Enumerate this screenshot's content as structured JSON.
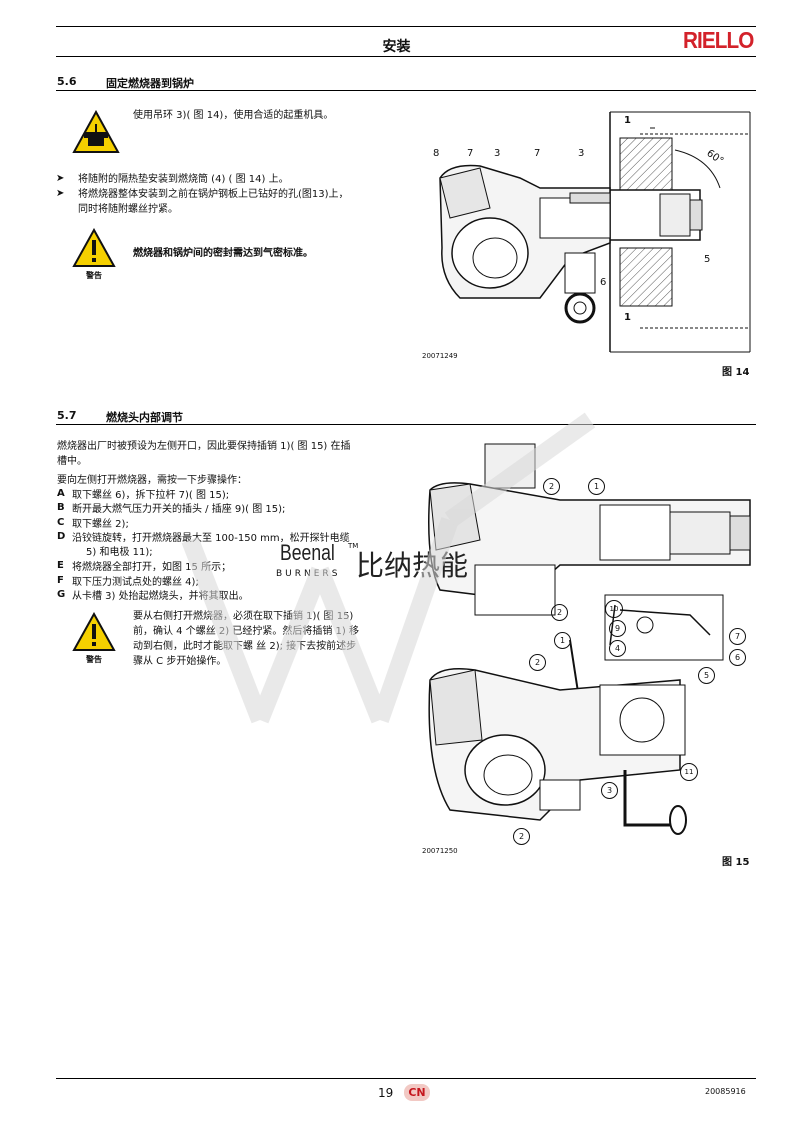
{
  "header": {
    "title": "安装",
    "logo_text": "RIELLO",
    "brand_color": "#d3222a"
  },
  "sec56": {
    "number": "5.6",
    "title": "固定燃烧器到锅炉",
    "lift_text": "使用吊环 3)( 图 14)，使用合适的起重机具。",
    "bullet1": "将随附的隔热垫安装到燃烧筒 (4) ( 图 14) 上。",
    "bullet2_line1": "将燃烧器整体安装到之前在锅炉钢板上已钻好的孔(图13)上，",
    "bullet2_line2": "同时将随附螺丝拧紧。",
    "warning_text": "燃烧器和锅炉间的密封需达到气密标准。",
    "warning_caption": "警告",
    "fig_code": "20071249",
    "fig_label": "图 14",
    "callouts": [
      "8",
      "7",
      "3",
      "7",
      "3",
      "1",
      "60°",
      "5",
      "6",
      "1"
    ]
  },
  "sec57": {
    "number": "5.7",
    "title": "燃烧头内部调节",
    "intro_line1": "燃烧器出厂时被预设为左侧开口，因此要保持插销 1)( 图 15) 在插",
    "intro_line2": "槽中。",
    "steps_intro": "要向左侧打开燃烧器，需按一下步骤操作：",
    "steps": [
      {
        "letter": "A",
        "text": "取下螺丝 6)，拆下拉杆 7)( 图 15);"
      },
      {
        "letter": "B",
        "text": "断开最大燃气压力开关的插头 / 插座 9)( 图 15);"
      },
      {
        "letter": "C",
        "text": "取下螺丝 2);"
      },
      {
        "letter": "D",
        "text": "沿铰链旋转，打开燃烧器最大至 100-150 mm，松开探针电缆"
      },
      {
        "letter": "",
        "text": "5) 和电极 11);"
      },
      {
        "letter": "E",
        "text": "将燃烧器全部打开，如图 15 所示；"
      },
      {
        "letter": "F",
        "text": "取下压力测试点处的螺丝 4);"
      },
      {
        "letter": "G",
        "text": "从卡槽 3) 处抬起燃烧头，并将其取出。"
      }
    ],
    "warning_line1": "要从右侧打开燃烧器，必须在取下插销 1)( 图 15)",
    "warning_line2": "前，确认 4 个螺丝 2) 已经拧紧。然后将插销 1) 移",
    "warning_line3": "动到右侧，此时才能取下螺 丝 2); 接下去按前述步",
    "warning_line4": "骤从 C 步开始操作。",
    "warning_caption": "警告",
    "fig_code": "20071250",
    "fig_label": "图 15",
    "callouts": [
      "2",
      "1",
      "2",
      "10",
      "9",
      "7",
      "1",
      "4",
      "6",
      "2",
      "5",
      "11",
      "3",
      "2"
    ]
  },
  "watermark": {
    "brand": "Beenal",
    "tm": "TM",
    "sub": "BURNERS",
    "cn": "比纳热能"
  },
  "footer": {
    "page": "19",
    "lang": "CN",
    "doc_code": "20085916",
    "badge_color": "#f2c9c4"
  }
}
